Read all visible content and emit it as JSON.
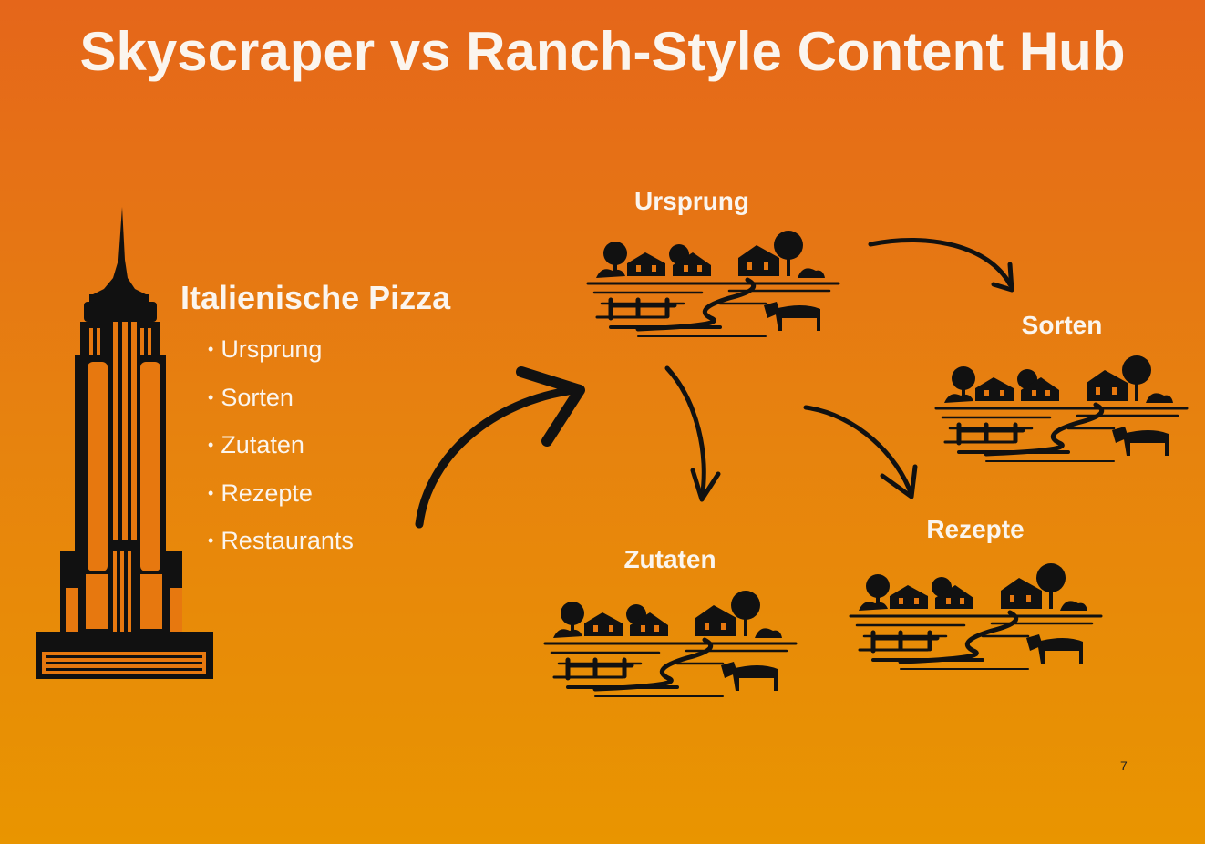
{
  "title": "Skyscraper vs Ranch-Style Content Hub",
  "skyscraper": {
    "heading": "Italienische Pizza",
    "bullets": [
      "Ursprung",
      "Sorten",
      "Zutaten",
      "Rezepte",
      "Restaurants"
    ]
  },
  "ranch": {
    "nodes": [
      {
        "label": "Ursprung"
      },
      {
        "label": "Sorten"
      },
      {
        "label": "Zutaten"
      },
      {
        "label": "Rezepte"
      }
    ]
  },
  "page_number": "7",
  "colors": {
    "bg_top": "#e5661a",
    "bg_bottom": "#e99500",
    "ink": "#111111",
    "text": "#fbf5ee"
  }
}
